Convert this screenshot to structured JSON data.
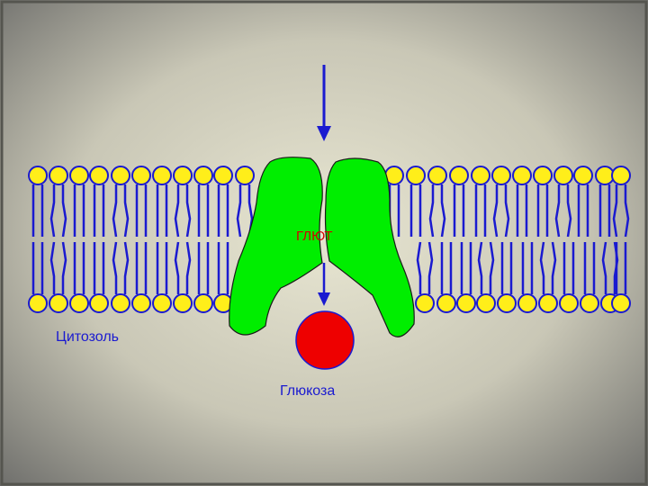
{
  "labels": {
    "transporter": "ГЛЮТ",
    "cytosol": "Цитозоль",
    "glucose": "Глюкоза"
  },
  "icons": {
    "lipid_head": "lipid-head-icon",
    "lipid_tail": "lipid-tail-icon",
    "transporter": "glut-transporter-icon",
    "glucose": "glucose-molecule-icon",
    "arrow": "arrow-down-icon"
  },
  "colors": {
    "background_center": "#e6e4d0",
    "background_edge": "#7b7b77",
    "lipid_head": "#ffee1a",
    "lipid_outline": "#1a1ad0",
    "transporter": "#00ee00",
    "glucose": "#ee0000",
    "transporter_label": "#d40000",
    "text": "#1a1ad0"
  }
}
